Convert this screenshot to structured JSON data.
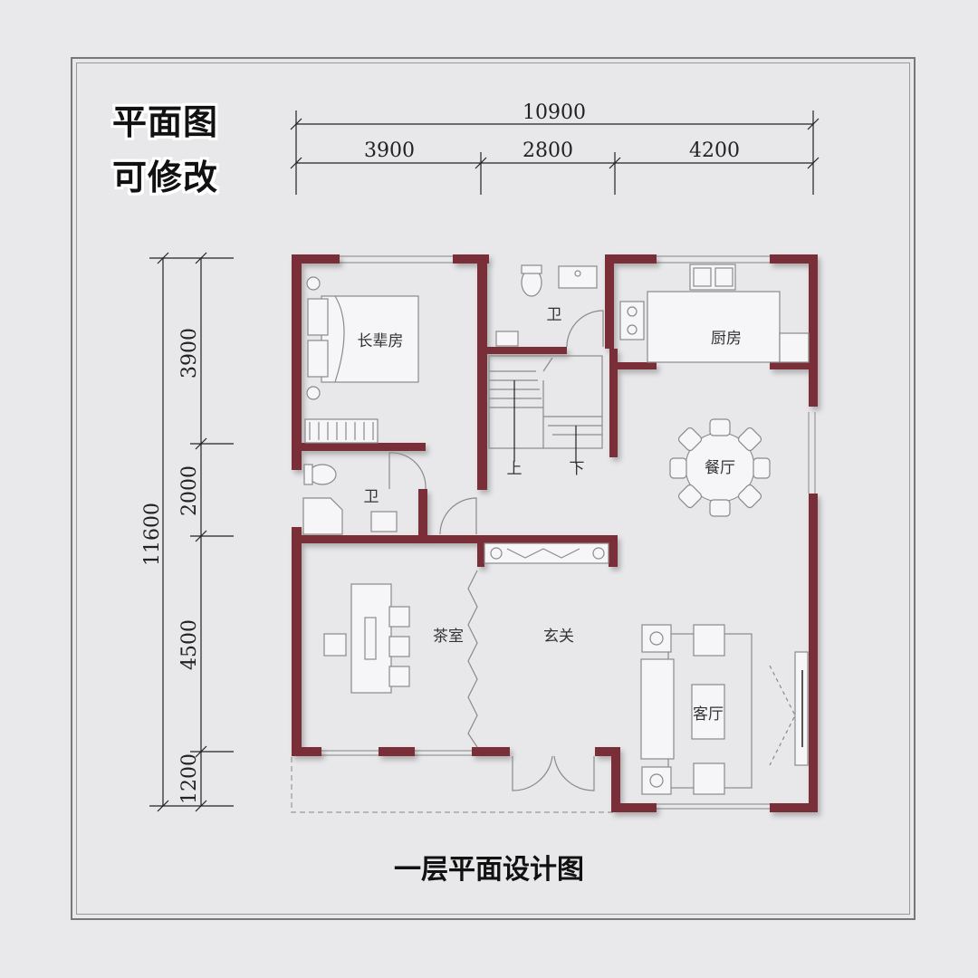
{
  "badge": {
    "line1": "平面图",
    "line2": "可修改"
  },
  "caption": "一层平面设计图",
  "dimensions": {
    "top_total": "10900",
    "top_segments": [
      "3900",
      "2800",
      "4200"
    ],
    "left_total": "11600",
    "left_segments": [
      "3900",
      "2000",
      "4500",
      "1200"
    ]
  },
  "rooms": {
    "elder_room": "长辈房",
    "bathroom_top": "卫",
    "kitchen": "厨房",
    "dining": "餐厅",
    "bathroom_left": "卫",
    "tea_room": "茶室",
    "foyer": "玄关",
    "living": "客厅"
  },
  "stairs": {
    "up": "上",
    "down": "下"
  },
  "colors": {
    "wall": "#7a2e38",
    "background": "#e9e9eb"
  }
}
